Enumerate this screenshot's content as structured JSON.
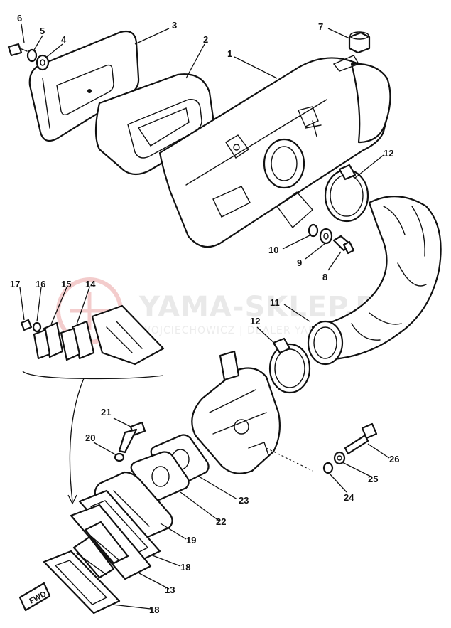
{
  "watermark": {
    "title": "YAMA-SKLEP.PL",
    "subtitle": "WOJCIECHOWICZ | DEALER YAMAHA"
  },
  "fwd_label": "FWD",
  "callouts": {
    "c1": "1",
    "c2": "2",
    "c3": "3",
    "c4": "4",
    "c5": "5",
    "c6": "6",
    "c7": "7",
    "c8": "8",
    "c9": "9",
    "c10": "10",
    "c11": "11",
    "c12a": "12",
    "c12b": "12",
    "c13": "13",
    "c14": "14",
    "c15": "15",
    "c16": "16",
    "c17": "17",
    "c18a": "18",
    "c18b": "18",
    "c19": "19",
    "c20": "20",
    "c21": "21",
    "c22": "22",
    "c23": "23",
    "c24": "24",
    "c25": "25",
    "c26": "26"
  }
}
